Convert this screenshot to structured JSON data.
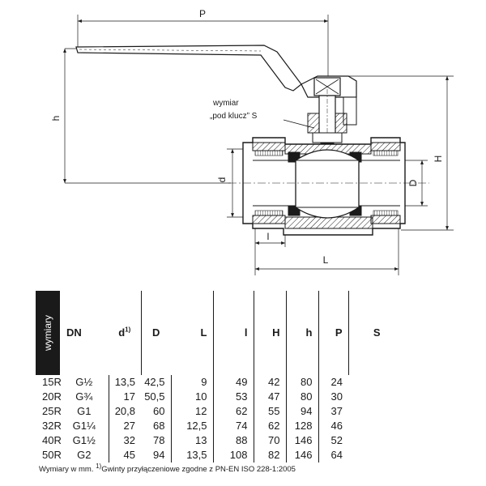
{
  "diagram": {
    "dimensions": {
      "P": "P",
      "h": "h",
      "H": "H",
      "d": "d",
      "D": "D",
      "l": "l",
      "L": "L"
    },
    "callout_line1": "wymiar",
    "callout_line2": "„pod klucz” S"
  },
  "table": {
    "side_label": "wymiary",
    "headers": {
      "dn": "DN",
      "d1": "d",
      "d1_sup": "1)",
      "D": "D",
      "L": "L",
      "l": "l",
      "H": "H",
      "h": "h",
      "P": "P",
      "S": "S"
    },
    "rows": [
      {
        "dn": "15R",
        "d1": "G½",
        "D": "13,5",
        "L": "42,5",
        "l": "9",
        "H": "49",
        "h": "42",
        "P": "80",
        "S": "24"
      },
      {
        "dn": "20R",
        "d1": "G¾",
        "D": "17",
        "L": "50,5",
        "l": "10",
        "H": "53",
        "h": "47",
        "P": "80",
        "S": "30"
      },
      {
        "dn": "25R",
        "d1": "G1",
        "D": "20,8",
        "L": "60",
        "l": "12",
        "H": "62",
        "h": "55",
        "P": "94",
        "S": "37"
      },
      {
        "dn": "32R",
        "d1": "G1¼",
        "D": "27",
        "L": "68",
        "l": "12,5",
        "H": "74",
        "h": "62",
        "P": "128",
        "S": "46"
      },
      {
        "dn": "40R",
        "d1": "G1½",
        "D": "32",
        "L": "78",
        "l": "13",
        "H": "88",
        "h": "70",
        "P": "146",
        "S": "52"
      },
      {
        "dn": "50R",
        "d1": "G2",
        "D": "45",
        "L": "94",
        "l": "13,5",
        "H": "108",
        "h": "82",
        "P": "146",
        "S": "64"
      }
    ]
  },
  "footnote": {
    "part1": "Wymiary w mm. ",
    "sup": "1)",
    "part2": "Gwinty przyłączeniowe zgodne z PN-EN ISO 228-1:2005"
  }
}
